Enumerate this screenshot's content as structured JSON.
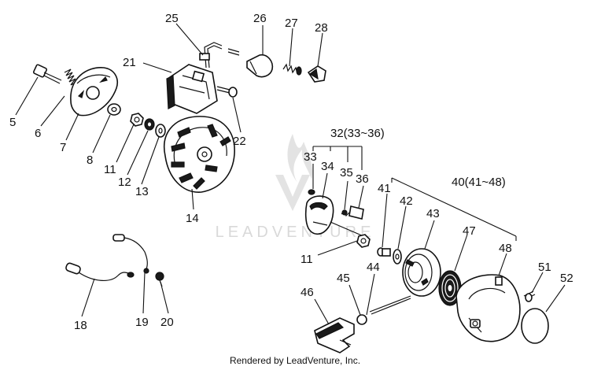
{
  "watermark": {
    "text": "LEADVENTURE",
    "color": "#d9d9d9"
  },
  "credit": "Rendered by LeadVenture, Inc.",
  "colors": {
    "ink": "#111111",
    "background": "#ffffff"
  },
  "callouts": [
    "5",
    "6",
    "7",
    "8",
    "11",
    "12",
    "13",
    "14",
    "21",
    "22",
    "25",
    "26",
    "27",
    "28",
    "32(33~36)",
    "33",
    "34",
    "35",
    "36",
    "11",
    "40(41~48)",
    "41",
    "42",
    "43",
    "47",
    "48",
    "44",
    "45",
    "46",
    "51",
    "52",
    "18",
    "19",
    "20"
  ]
}
